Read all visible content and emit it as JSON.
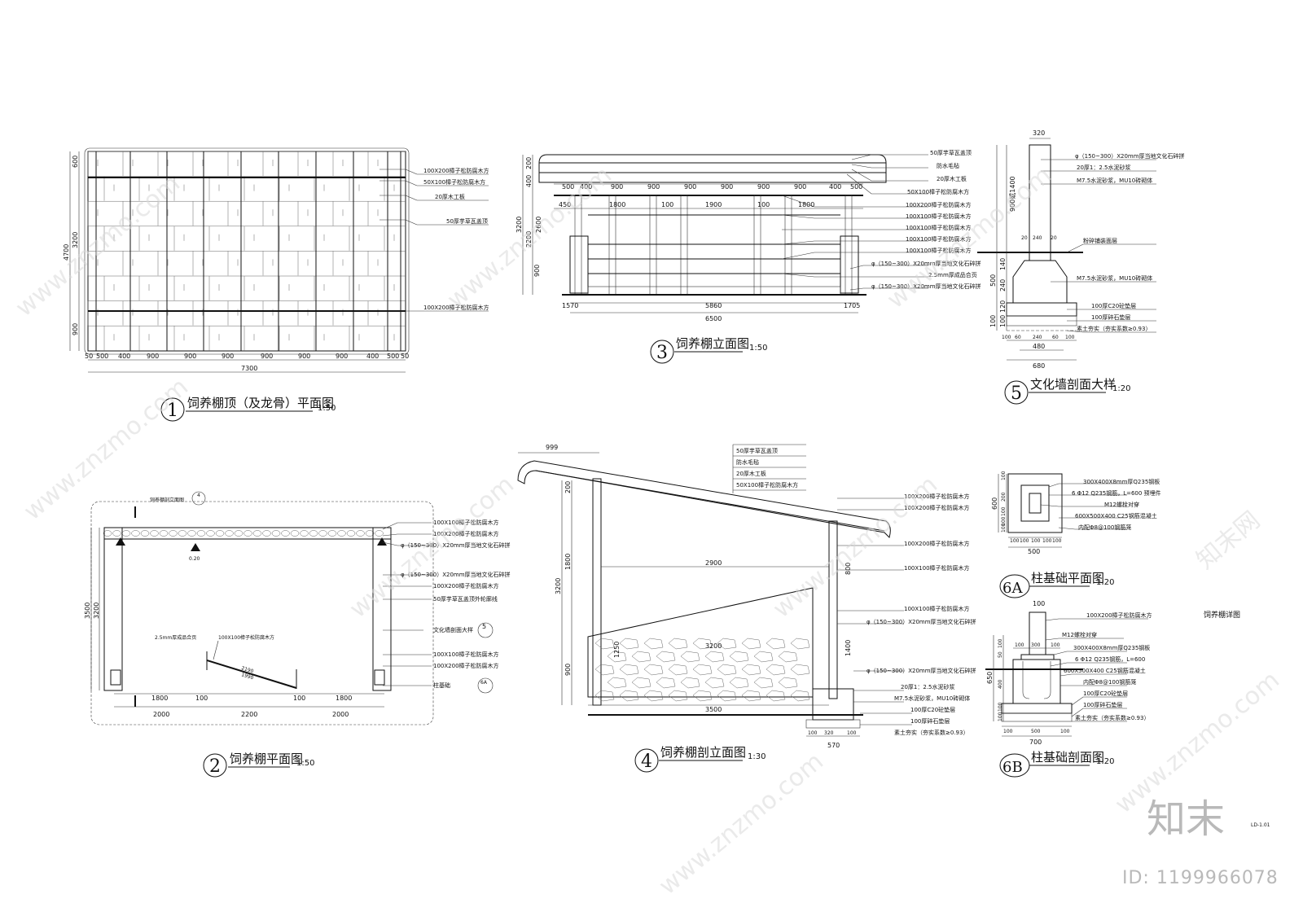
{
  "drawing_sheet": {
    "views": [
      {
        "number": "1",
        "title": "饲养棚顶（及龙骨）平面图",
        "scale": "1:50"
      },
      {
        "number": "2",
        "title": "饲养棚平面图",
        "scale": "1:50"
      },
      {
        "number": "3",
        "title": "饲养棚立面图",
        "scale": "1:50"
      },
      {
        "number": "4",
        "title": "饲养棚剖立面图",
        "scale": "1:30"
      },
      {
        "number": "5",
        "title": "文化墙剖面大样",
        "scale": "1:20"
      },
      {
        "number": "6A",
        "title": "柱基础平面图",
        "scale": "1:20"
      },
      {
        "number": "6B",
        "title": "柱基础剖面图",
        "scale": "1:20"
      }
    ],
    "detail_label": "饲养棚详图",
    "sheet_code": "LD-1.01"
  },
  "view1": {
    "callouts": [
      "100X200樟子松防腐木方",
      "50X100樟子松防腐木方",
      "20厚木工板",
      "50厚芋草瓦盖顶",
      "100X200樟子松防腐木方"
    ],
    "dims_bottom": [
      "50",
      "500",
      "400",
      "900",
      "900",
      "900",
      "900",
      "900",
      "900",
      "400",
      "500",
      "50"
    ],
    "dim_total": "7300",
    "dims_left": [
      "600",
      "3200",
      "900"
    ],
    "dim_left_total": "4700"
  },
  "view2": {
    "callouts": [
      "100X100樟子松防腐木方",
      "100X200樟子松防腐木方",
      "φ（150~300）X20mm厚当地文化石碎拼",
      "φ（150~300）X20mm厚当地文化石碎拼",
      "100X200樟子松防腐木方",
      "50厚芋草瓦盖顶外轮廓线",
      "文化墙剖面大样",
      "100X100樟子松防腐木方",
      "100X200樟子松防腐木方",
      "柱基础"
    ],
    "top_tag": "饲养棚剖立面图",
    "top_tag_num": "4",
    "inner_notes": [
      "2.5mm厚成品合页",
      "100X100樟子松防腐木方"
    ],
    "door_dims": [
      "2190",
      "1990"
    ],
    "level": "0.20",
    "dims_bottom": [
      "2000",
      "2200",
      "2000"
    ],
    "dims_inner": [
      "1800",
      "100",
      "100",
      "1800"
    ],
    "dims_left": [
      "3500",
      "3200"
    ],
    "ref_num": "5",
    "ref_tag": "6A"
  },
  "view3": {
    "callouts": [
      "50厚芋草瓦盖顶",
      "防水毛毡",
      "20厚木工板",
      "50X100樟子松防腐木方",
      "100X200樟子松防腐木方",
      "100X100樟子松防腐木方",
      "100X100樟子松防腐木方",
      "100X100樟子松防腐木方",
      "100X100樟子松防腐木方",
      "φ（150~300）X20mm厚当地文化石碎拼",
      "2.5mm厚成品合页",
      "φ（150~300）X20mm厚当地文化石碎拼"
    ],
    "dims_top": [
      "500",
      "400",
      "900",
      "900",
      "900",
      "900",
      "900",
      "900",
      "400",
      "500"
    ],
    "dims_mid": [
      "450",
      "1800",
      "100",
      "1900",
      "100",
      "1800"
    ],
    "dims_bottom": [
      "1570",
      "5860",
      "1705"
    ],
    "dim_total": "6500",
    "dims_left": [
      "200",
      "400",
      "2200",
      "900"
    ],
    "dim_left_total": "3200",
    "dim_left_2": "2600"
  },
  "view4": {
    "callouts": [
      "50厚芋草瓦盖顶",
      "防水毛毡",
      "20厚木工板",
      "50X100樟子松防腐木方",
      "100X200樟子松防腐木方",
      "100X200樟子松防腐木方",
      "100X200樟子松防腐木方",
      "100X100樟子松防腐木方",
      "100X100樟子松防腐木方",
      "φ（150~300）X20mm厚当地文化石碎拼",
      "φ（150~300）X20mm厚当地文化石碎拼",
      "20厚1：2.5水泥砂浆",
      "M7.5水泥砂浆，MU10砖砌体",
      "100厚C20砼垫层",
      "100厚碎石垫层",
      "素土夯实（夯实系数≥0.93）"
    ],
    "dim_overhang": "999",
    "dims_left": [
      "200",
      "1800",
      "900"
    ],
    "dim_left_total": "3200",
    "dim_mid": "2900",
    "dim_wall": "3200",
    "dim_bottom": "3500",
    "dims_right": [
      "800",
      "1400"
    ],
    "dims_base": [
      "100",
      "320",
      "100"
    ],
    "dim_base_total": "570",
    "dim_1250": "1250"
  },
  "view5": {
    "callouts": [
      "φ（150~300）X20mm厚当地文化石碎拼",
      "20厚1：2.5水泥砂浆",
      "M7.5水泥砂浆，MU10砖砌体",
      "粉碎铺装面层",
      "M7.5水泥砂浆，MU10砖砌体",
      "100厚C20砼垫层",
      "100厚碎石垫层",
      "素土夯实（夯实系数≥0.93）"
    ],
    "dim_top": "320",
    "dims_left": [
      "900或1400",
      "140",
      "240",
      "120",
      "100",
      "100"
    ],
    "dim_left_total": "500",
    "dims_mid": [
      "20",
      "240",
      "20"
    ],
    "dims_bottom": [
      "100",
      "60",
      "240",
      "60",
      "100"
    ],
    "dim_480": "480",
    "dim_total": "680"
  },
  "view6a": {
    "callouts": [
      "300X400X8mm厚Q235钢板",
      "6 Φ12  Q235钢筋，L=600  预埋件",
      "M12螺栓对穿",
      "600X500X400  C25钢筋混凝土",
      "内配Φ8@100钢筋笼"
    ],
    "dims_left": [
      "100",
      "200",
      "100",
      "100",
      "100"
    ],
    "dim_left_total": "600",
    "dims_bottom": [
      "100",
      "100",
      "100",
      "100",
      "100"
    ],
    "dim_total": "500"
  },
  "view6b": {
    "callouts": [
      "100X200樟子松防腐木方",
      "M12螺栓对穿",
      "300X400X8mm厚Q235钢板",
      "6 Φ12  Q235钢筋，L=600",
      "600X500X400  C25钢筋混凝土",
      "内配Φ8@100钢筋笼",
      "100厚C20砼垫层",
      "100厚碎石垫层",
      "素土夯实（夯实系数≥0.93）"
    ],
    "dim_top": "100",
    "dims_top2": [
      "100",
      "300",
      "100"
    ],
    "dims_left": [
      "400",
      "100",
      "50",
      "100",
      "100"
    ],
    "dim_left_total": "650",
    "dims_bottom": [
      "100",
      "500",
      "100"
    ],
    "dim_total": "700"
  },
  "watermark": {
    "logo": "知末",
    "id_text": "ID: 1199966078",
    "site": "www.znzmo.com",
    "site_cn": "知末网"
  }
}
